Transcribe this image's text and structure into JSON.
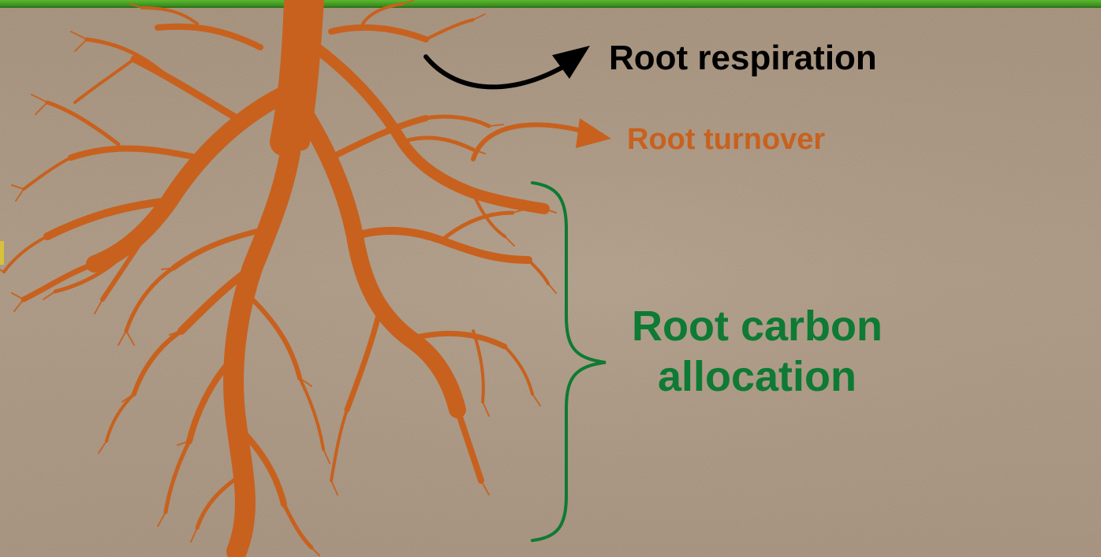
{
  "labels": {
    "root_respiration": "Root respiration",
    "root_turnover": "Root turnover",
    "root_carbon_allocation": "Root carbon allocation"
  },
  "colors": {
    "root": "#c8611e",
    "respiration_text": "#000000",
    "turnover_text": "#c8611e",
    "allocation_text": "#0e7a33",
    "grass": "#3f9a22",
    "soil": "#a99580"
  },
  "icons": {
    "respiration_arrow": "curved-arrow-right-icon",
    "turnover_arrow": "curved-arrow-right-icon",
    "allocation_bracket": "curly-brace-icon"
  }
}
